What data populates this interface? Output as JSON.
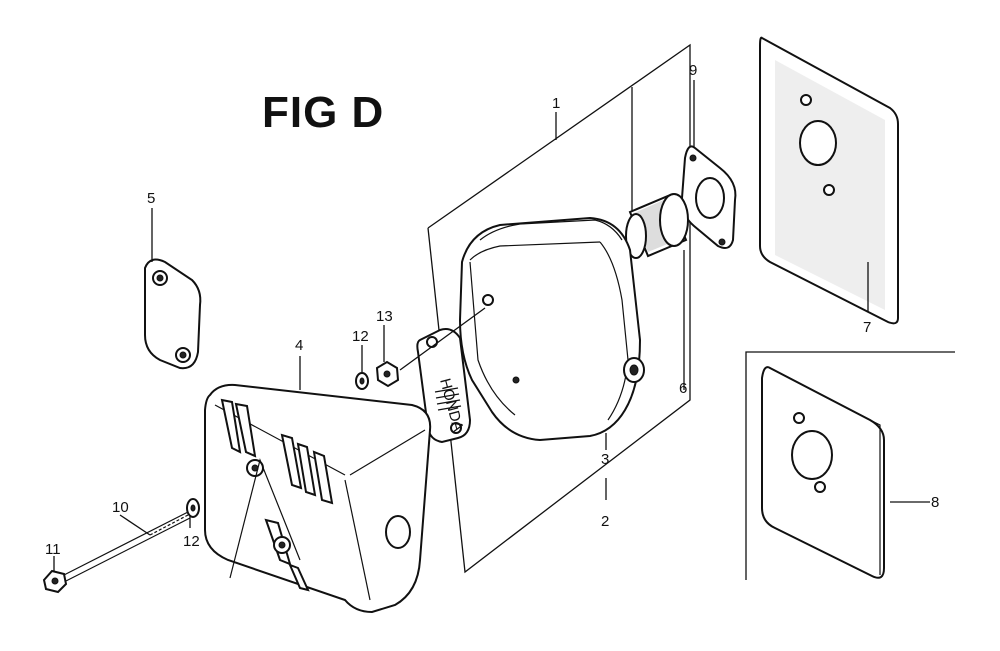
{
  "figure": {
    "title": "FIG D",
    "callouts": [
      "1",
      "2",
      "3",
      "4",
      "5",
      "6",
      "7",
      "8",
      "9",
      "10",
      "11",
      "12",
      "12",
      "13"
    ],
    "plate_text": "HONDA"
  },
  "colors": {
    "line": "#111111",
    "background": "#ffffff",
    "shading": "#cfcfcf"
  }
}
